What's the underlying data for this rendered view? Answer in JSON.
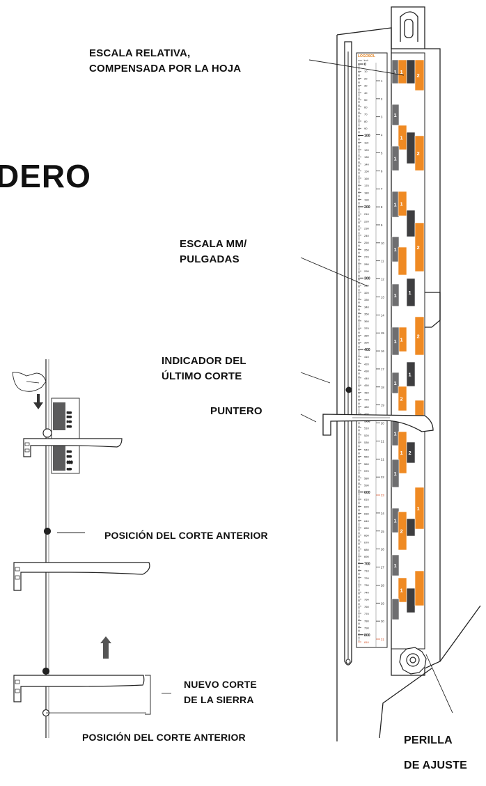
{
  "title_fragment": "DERO",
  "labels": {
    "relative_scale": [
      "ESCALA RELATIVA,",
      "COMPENSADA POR LA HOJA"
    ],
    "mm_inch_scale": [
      "ESCALA MM/",
      "PULGADAS"
    ],
    "last_cut_indicator": [
      "INDICADOR DEL",
      "ÚLTIMO CORTE"
    ],
    "pointer": "PUNTERO",
    "adjust_knob": [
      "PERILLA",
      "DE AJUSTE"
    ],
    "previous_cut_position_1": "POSICIÓN DEL CORTE ANTERIOR",
    "new_saw_cut": [
      "NUEVO CORTE",
      "DE LA SIERRA"
    ],
    "previous_cut_position_2": "POSICIÓN DEL CORTE ANTERIOR"
  },
  "scale": {
    "brand": "LOGOSOL",
    "unit_text": "mm / inch",
    "mm_labels": [
      "0",
      "10",
      "20",
      "30",
      "40",
      "50",
      "60",
      "70",
      "80",
      "90",
      "100",
      "110",
      "120",
      "130",
      "140",
      "150",
      "160",
      "170",
      "180",
      "190",
      "200",
      "210",
      "220",
      "230",
      "240",
      "250",
      "260",
      "270",
      "280",
      "290",
      "300",
      "310",
      "320",
      "330",
      "340",
      "350",
      "360",
      "370",
      "380",
      "390",
      "400",
      "410",
      "420",
      "430",
      "440",
      "450",
      "460",
      "470",
      "480",
      "490",
      "500",
      "510",
      "520",
      "530",
      "540",
      "550",
      "560",
      "570",
      "580",
      "590",
      "600",
      "610",
      "620",
      "630",
      "640",
      "650",
      "660",
      "670",
      "680",
      "690",
      "700",
      "710",
      "720",
      "730",
      "740",
      "750",
      "760",
      "770",
      "780",
      "790",
      "800",
      "810"
    ],
    "inch_labels": [
      "1",
      "2",
      "3",
      "4",
      "5",
      "6",
      "7",
      "8",
      "9",
      "10",
      "11",
      "12",
      "13",
      "14",
      "15",
      "16",
      "17",
      "18",
      "19",
      "20",
      "21",
      "21",
      "22",
      "23",
      "24",
      "25",
      "26",
      "27",
      "28",
      "29",
      "30",
      "31"
    ],
    "board_number_labels": [
      "1",
      "1",
      "2",
      "1",
      "1",
      "1",
      "2",
      "1",
      "1",
      "1",
      "2",
      "1",
      "1",
      "1",
      "2",
      "1",
      "1",
      "1",
      "2",
      "1",
      "1",
      "2",
      "1",
      "1",
      "1",
      "2",
      "1",
      "1"
    ],
    "small_scale_labels": [
      "520",
      "530",
      "540",
      "550",
      "580",
      "590",
      "600",
      "610"
    ]
  },
  "colors": {
    "orange": "#ef8a23",
    "dark": "#3e3e40",
    "mid": "#6e6e70",
    "ink": "#222222",
    "red_tick": "#d0451b"
  }
}
